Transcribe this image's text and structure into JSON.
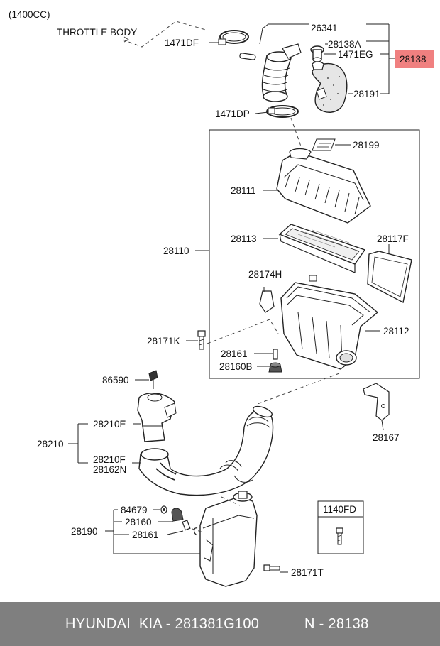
{
  "diagram": {
    "engine_note": "(1400CC)",
    "throttle_body": "THROTTLE BODY",
    "highlight_color": "#f08080",
    "highlighted_part": "28138",
    "labels": {
      "p26341": "26341",
      "p1471DF": "1471DF",
      "p28138A": "28138A",
      "p1471EG": "1471EG",
      "p28138": "28138",
      "p28191": "28191",
      "p1471DP": "1471DP",
      "p28199": "28199",
      "p28111": "28111",
      "p28113": "28113",
      "p28117F": "28117F",
      "p28110": "28110",
      "p28174H": "28174H",
      "p28112": "28112",
      "p28171K": "28171K",
      "p28161a": "28161",
      "p28160B": "28160B",
      "p86590": "86590",
      "p28210E": "28210E",
      "p28210": "28210",
      "p28210F": "28210F",
      "p28162N": "28162N",
      "p28167": "28167",
      "p84679": "84679",
      "p28160": "28160",
      "p28190": "28190",
      "p28161b": "28161",
      "p1140FD": "1140FD",
      "p28171T": "28171T"
    }
  },
  "footer": {
    "left_text": "HYUNDAI  KIA - 281381G100",
    "right_text": "N - 28138"
  }
}
